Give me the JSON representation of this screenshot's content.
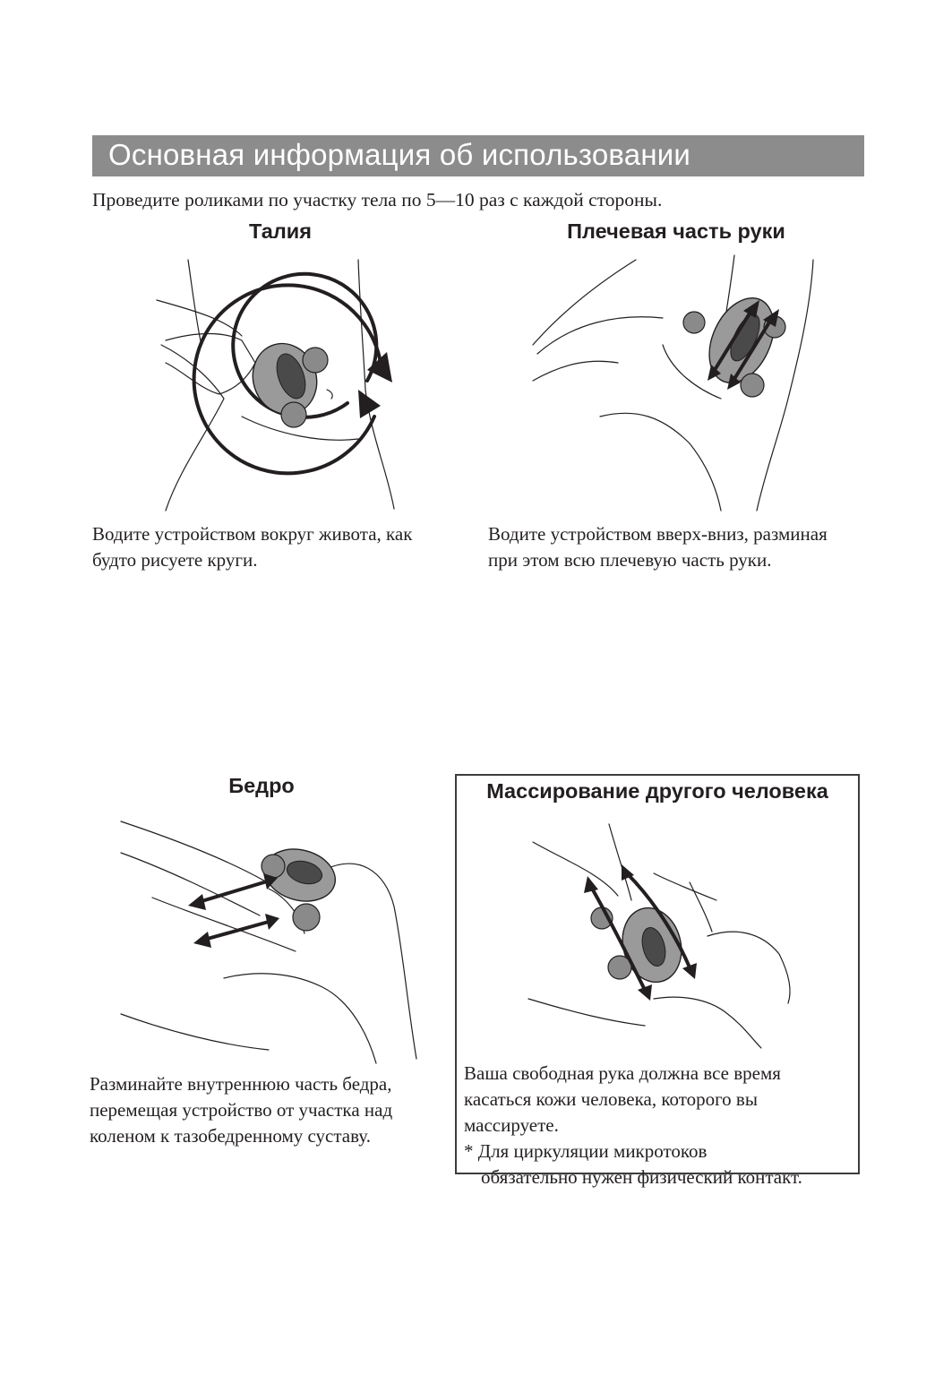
{
  "header": {
    "title": "Основная информация об использовании"
  },
  "intro": "Проведите роликами по участку тела по 5—10 раз с каждой стороны.",
  "sections": {
    "waist": {
      "title": "Талия",
      "caption_line1": "Водите устройством вокруг живота, как",
      "caption_line2": "будто рисуете круги."
    },
    "upper_arm": {
      "title": "Плечевая часть руки",
      "caption_line1": "Водите устройством вверх-вниз, разминая",
      "caption_line2": "при этом всю плечевую часть руки."
    },
    "thigh": {
      "title": "Бедро",
      "caption_line1": "Разминайте внутреннюю часть бедра,",
      "caption_line2": "перемещая устройство от участка над",
      "caption_line3": "коленом к тазобедренному суставу."
    },
    "other_person": {
      "title": "Массирование другого человека",
      "caption_line1": "Ваша свободная рука должна все время",
      "caption_line2": "касаться кожи человека, которого вы",
      "caption_line3": "массируете.",
      "note_line1": "* Для циркуляции микротоков",
      "note_line2": "обязательно нужен физический контакт."
    }
  },
  "colors": {
    "header_bar": "#8c8c8c",
    "header_text": "#ffffff",
    "text": "#231f20",
    "device_gray": "#9a9a9a"
  }
}
